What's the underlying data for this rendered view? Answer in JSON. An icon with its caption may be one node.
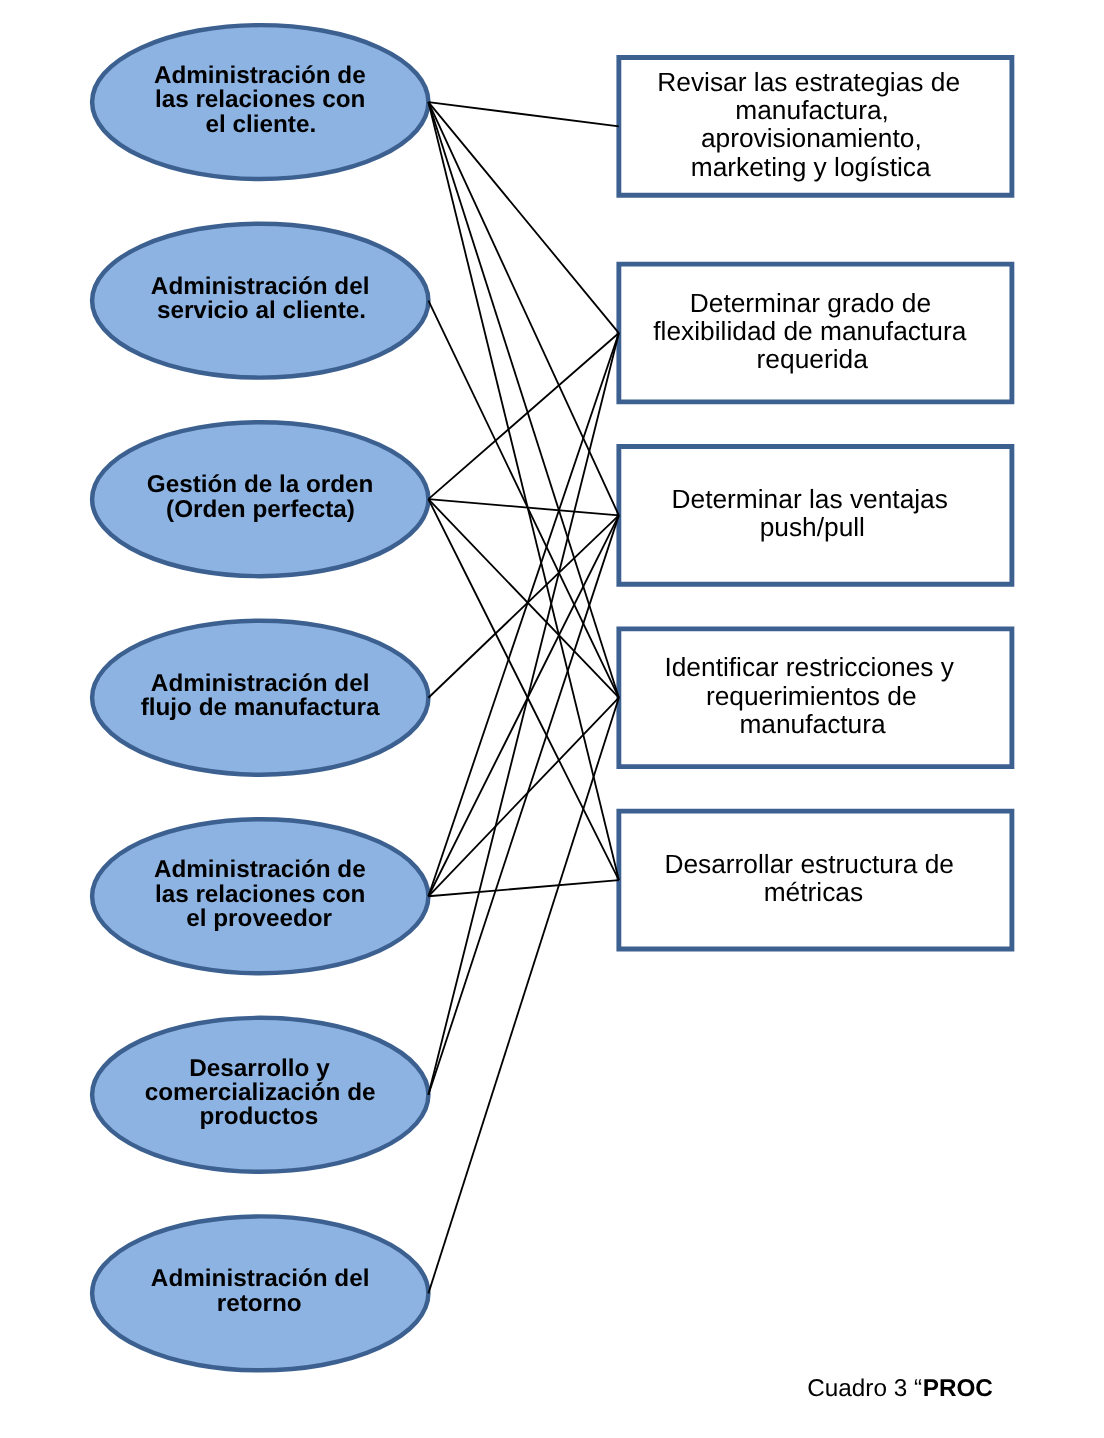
{
  "diagram": {
    "caption": "Cuadro 3 “**PROC**",
    "nodes": [
      {
        "text": [
          "Administración de las relaciones con el cliente."
        ]
      },
      {
        "text": [
          "Administración del servicio al cliente."
        ]
      },
      {
        "text": [
          "Gestión de la orden (Orden perfecta)"
        ]
      },
      {
        "text": [
          "Administración del flujo de manufactura"
        ]
      },
      {
        "text": [
          "Administración de las relaciones con el proveedor"
        ]
      },
      {
        "text": [
          "Desarrollo y comercialización de productos"
        ]
      },
      {
        "text": [
          "Administración del retorno"
        ]
      },
      {
        "text": [
          "Revisar las estrategias de manufactura, aprovisionamiento, marketing y logística"
        ]
      },
      {
        "text": [
          "Determinar grado de flexibilidad de manufactura requerida"
        ]
      },
      {
        "text": [
          "Determinar las ventajas push/pull"
        ]
      },
      {
        "text": [
          "Identificar restricciones y requerimientos de manufactura"
        ]
      },
      {
        "text": [
          "Desarrollar estructura de métricas"
        ]
      }
    ],
    "edges": [
      {
        "from": 0,
        "to": 7,
        "arrow": "none"
      },
      {
        "from": 0,
        "to": 8,
        "arrow": "none"
      },
      {
        "from": 0,
        "to": 9,
        "arrow": "none"
      },
      {
        "from": 0,
        "to": 10,
        "arrow": "none"
      },
      {
        "from": 0,
        "to": 11,
        "arrow": "none"
      },
      {
        "from": 1,
        "to": 10,
        "arrow": "none"
      },
      {
        "from": 2,
        "to": 8,
        "arrow": "none"
      },
      {
        "from": 2,
        "to": 9,
        "arrow": "none"
      },
      {
        "from": 2,
        "to": 10,
        "arrow": "none"
      },
      {
        "from": 2,
        "to": 11,
        "arrow": "none"
      },
      {
        "from": 3,
        "to": 9,
        "arrow": "none"
      },
      {
        "from": 4,
        "to": 8,
        "arrow": "none"
      },
      {
        "from": 4,
        "to": 9,
        "arrow": "none"
      },
      {
        "from": 4,
        "to": 10,
        "arrow": "none"
      },
      {
        "from": 4,
        "to": 11,
        "arrow": "none"
      },
      {
        "from": 5,
        "to": 8,
        "arrow": "none"
      },
      {
        "from": 5,
        "to": 9,
        "arrow": "none"
      },
      {
        "from": 6,
        "to": 10,
        "arrow": "none"
      }
    ]
  }
}
